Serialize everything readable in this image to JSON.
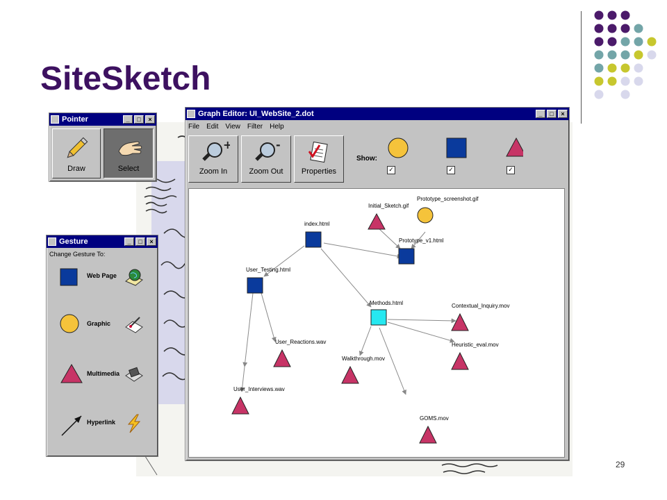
{
  "slide": {
    "title": "SiteSketch",
    "page_number": "29"
  },
  "colors": {
    "title": "#3d1160",
    "web_page": "#0a3a9c",
    "graphic": "#f5c33b",
    "multimedia": "#c73466",
    "selected_node": "#26e8f0",
    "titlebar": "#000080"
  },
  "pointer_window": {
    "title": "Pointer",
    "tools": [
      {
        "label": "Draw",
        "icon": "pencil-icon"
      },
      {
        "label": "Select",
        "icon": "hand-icon"
      }
    ]
  },
  "gesture_window": {
    "title": "Gesture",
    "heading": "Change Gesture To:",
    "items": [
      {
        "label": "Web Page",
        "shape": "square",
        "icon": "globe-icon"
      },
      {
        "label": "Graphic",
        "shape": "circle",
        "icon": "paint-icon"
      },
      {
        "label": "Multimedia",
        "shape": "triangle",
        "icon": "film-icon"
      },
      {
        "label": "Hyperlink",
        "shape": "arrow",
        "icon": "lightning-icon"
      }
    ]
  },
  "graph_editor": {
    "title": "Graph Editor: UI_WebSite_2.dot",
    "menu": [
      "File",
      "Edit",
      "View",
      "Filter",
      "Help"
    ],
    "toolbar": [
      {
        "label": "Zoom In",
        "icon": "zoom-in-icon"
      },
      {
        "label": "Zoom Out",
        "icon": "zoom-out-icon"
      },
      {
        "label": "Properties",
        "icon": "properties-icon"
      }
    ],
    "show_label": "Show:",
    "show_filters": [
      {
        "shape": "circle",
        "checked": true
      },
      {
        "shape": "square",
        "checked": true
      },
      {
        "shape": "triangle",
        "checked": true
      }
    ],
    "nodes": [
      {
        "label": "index.html",
        "shape": "square"
      },
      {
        "label": "Initial_Sketch.gif",
        "shape": "triangle"
      },
      {
        "label": "Prototype_screenshot.gif",
        "shape": "circle"
      },
      {
        "label": "Prototype_v1.html",
        "shape": "square"
      },
      {
        "label": "User_Testing.html",
        "shape": "square"
      },
      {
        "label": "Methods.html",
        "shape": "square-selected"
      },
      {
        "label": "Contextual_Inquiry.mov",
        "shape": "triangle"
      },
      {
        "label": "Heuristic_eval.mov",
        "shape": "triangle"
      },
      {
        "label": "User_Reactions.wav",
        "shape": "triangle"
      },
      {
        "label": "Walkthrough.mov",
        "shape": "triangle"
      },
      {
        "label": "User_Interviews.wav",
        "shape": "triangle"
      },
      {
        "label": "GOMS.mov",
        "shape": "triangle"
      }
    ]
  }
}
